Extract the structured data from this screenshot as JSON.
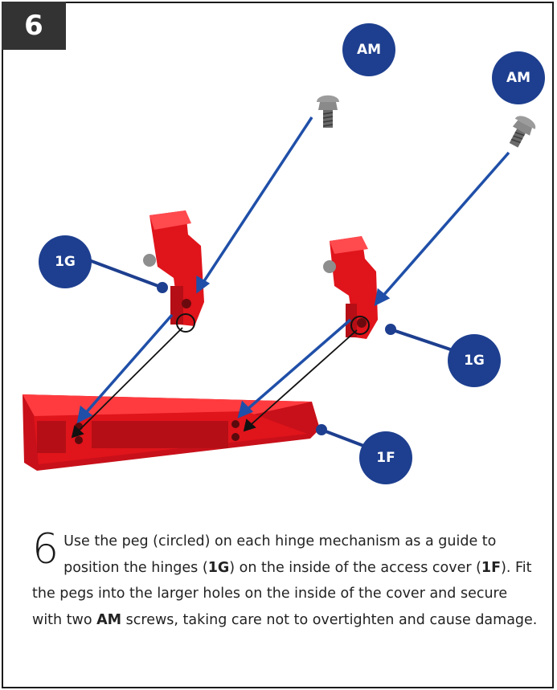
{
  "step": "6",
  "labels": {
    "am_left": "AM",
    "am_right": "AM",
    "hinge_left": "1G",
    "hinge_right": "1G",
    "cover": "1F"
  },
  "caption": {
    "dropcap": "6",
    "p1": "Use the peg (circled) on each hinge mechanism as a guide to position the hinges (",
    "b1": "1G",
    "p2": ") on the inside of the access cover (",
    "b2": "1F",
    "p3": "). Fit the pegs into the larger holes on the inside of the cover and secure with two ",
    "b3": "AM",
    "p4": " screws, taking care not to overtighten and cause damage."
  },
  "colors": {
    "label_bg": "#1e3f8f",
    "arrow": "#1f4fa8",
    "part_red": "#e0141b",
    "badge_bg": "#333333"
  }
}
